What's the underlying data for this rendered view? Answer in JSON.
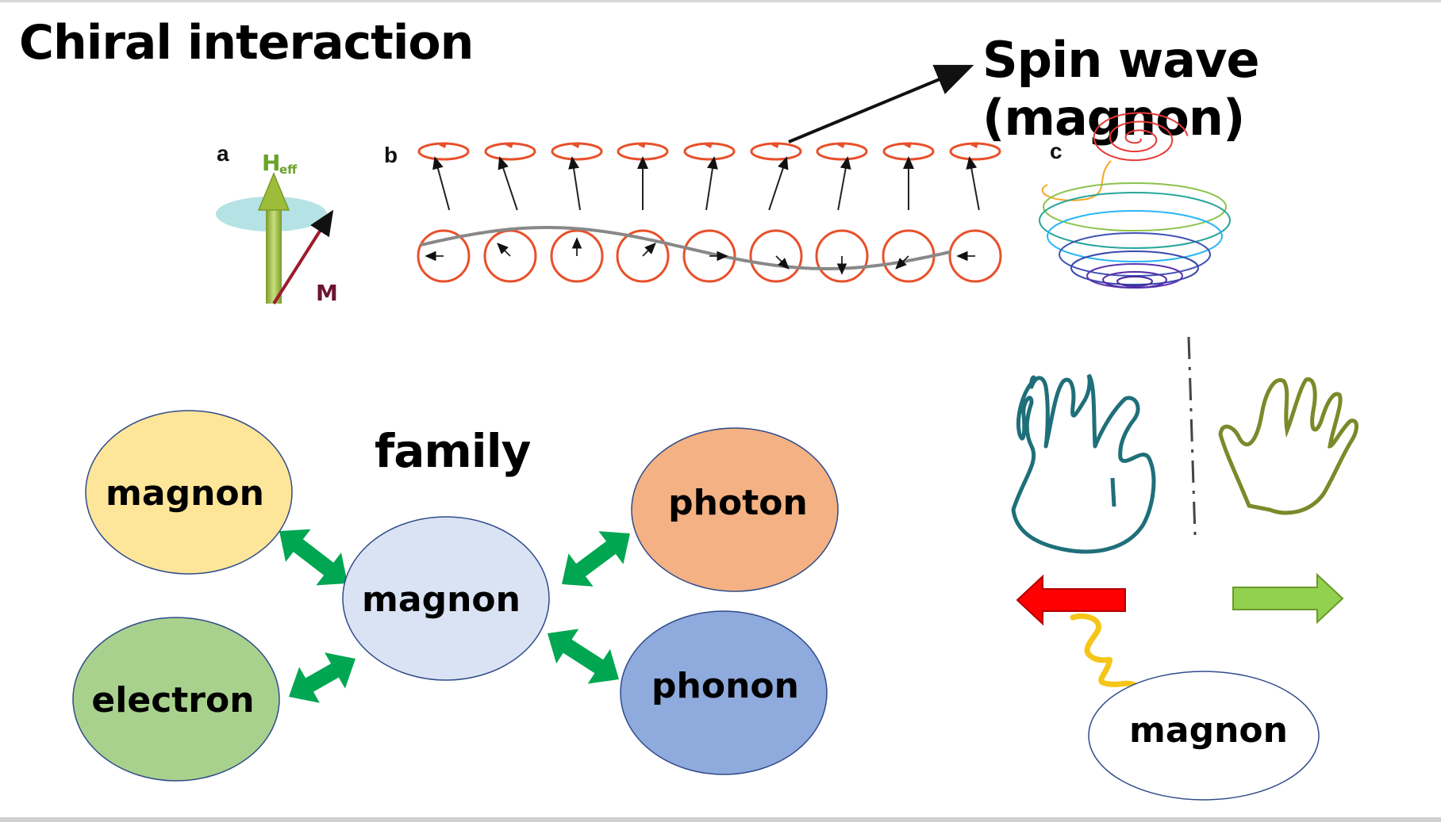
{
  "title": "Chiral interaction",
  "spin_wave_label": "Spin wave (magnon)",
  "family_label": "family",
  "panel_letters": {
    "a": "a",
    "b": "b",
    "c": "c"
  },
  "panel_a": {
    "field_label": "H",
    "field_sub": "eff",
    "magnet_label": "M"
  },
  "nodes": {
    "magnon_top": "magnon",
    "magnon_center": "magnon",
    "electron": "electron",
    "photon": "photon",
    "phonon": "phonon",
    "magnon_right": "magnon"
  },
  "colors": {
    "magnon_top": "#fde59a",
    "magnon_center": "#dae3f3",
    "electron": "#a9d18e",
    "photon": "#f4b183",
    "phonon": "#8faadc",
    "magnon_right": "#ffffff",
    "link_arrow": "#00a651",
    "red_arrow": "#ff0000",
    "green_arrow": "#92d050",
    "spin_circle": "#e8502a",
    "left_hand": "#1f6f7a",
    "right_hand": "#7a8a2a",
    "squiggle": "#f5c518"
  }
}
